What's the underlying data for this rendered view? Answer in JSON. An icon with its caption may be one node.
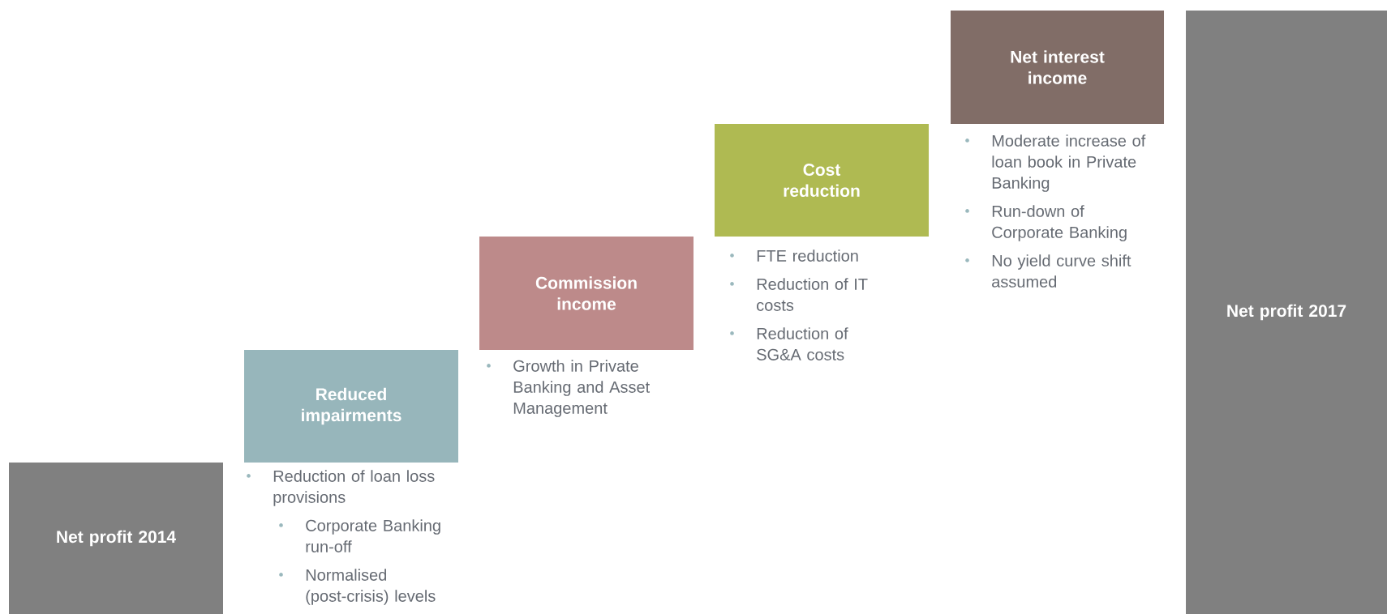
{
  "diagram": {
    "nodes": [
      {
        "text": [
          "Net profit 2014"
        ]
      },
      {
        "text": [
          "Reduced impairments"
        ],
        "beside": [
          "Reduction of loan loss provisions",
          "Corporate Banking run-off",
          "Normalised (post-crisis) levels"
        ]
      },
      {
        "text": [
          "Commission income"
        ],
        "beside": [
          "Growth in Private Banking and Asset Management"
        ]
      },
      {
        "text": [
          "Cost reduction"
        ],
        "beside": [
          "FTE reduction",
          "Reduction of IT costs",
          "Reduction of SG&A costs"
        ]
      },
      {
        "text": [
          "Net interest income"
        ],
        "beside": [
          "Moderate increase of loan book in Private Banking",
          "Run-down of Corporate Banking",
          "No yield curve shift assumed"
        ]
      },
      {
        "text": [
          "Net profit 2017"
        ]
      }
    ]
  }
}
